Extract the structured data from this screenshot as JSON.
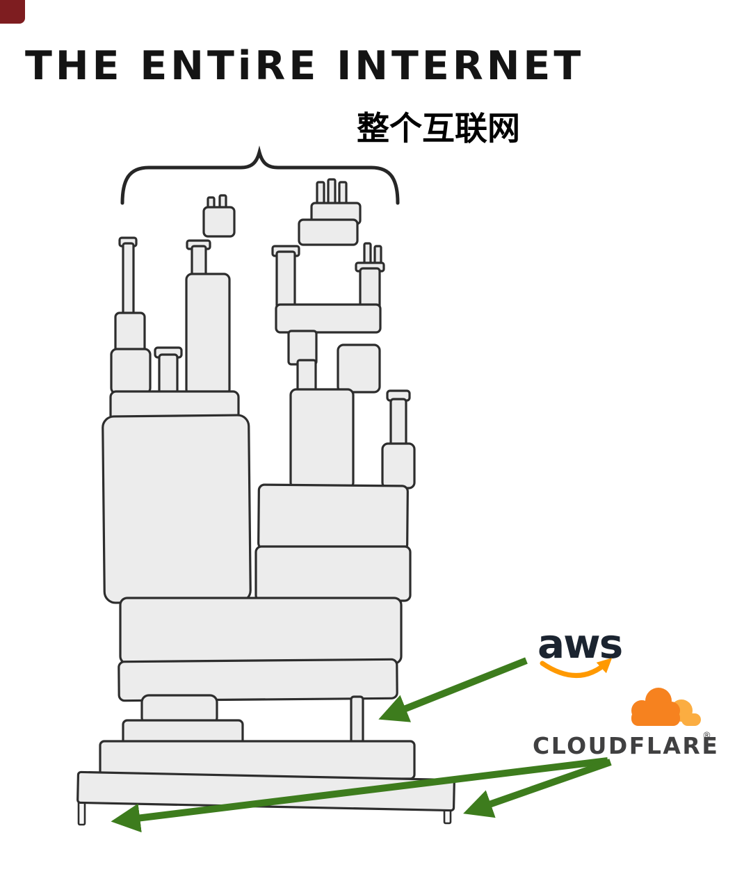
{
  "title": "THE ENTiRE INTERNET",
  "subtitle_zh": "整个互联网",
  "labels": {
    "aws": "aws",
    "cloudflare": "CLOUDFLARE",
    "cloudflare_reg": "®"
  },
  "colors": {
    "ink": "#262626",
    "block_fill": "#ececec",
    "block_stroke": "#2d2d2d",
    "arrow_green": "#3d7c1d",
    "aws_text": "#1b2430",
    "aws_smile_orange": "#FF9900",
    "cloudflare_orange": "#F6821F",
    "cloudflare_orange_light": "#FBAD41",
    "cloudflare_text": "#404041",
    "corner_mark": "#7e1d20"
  }
}
